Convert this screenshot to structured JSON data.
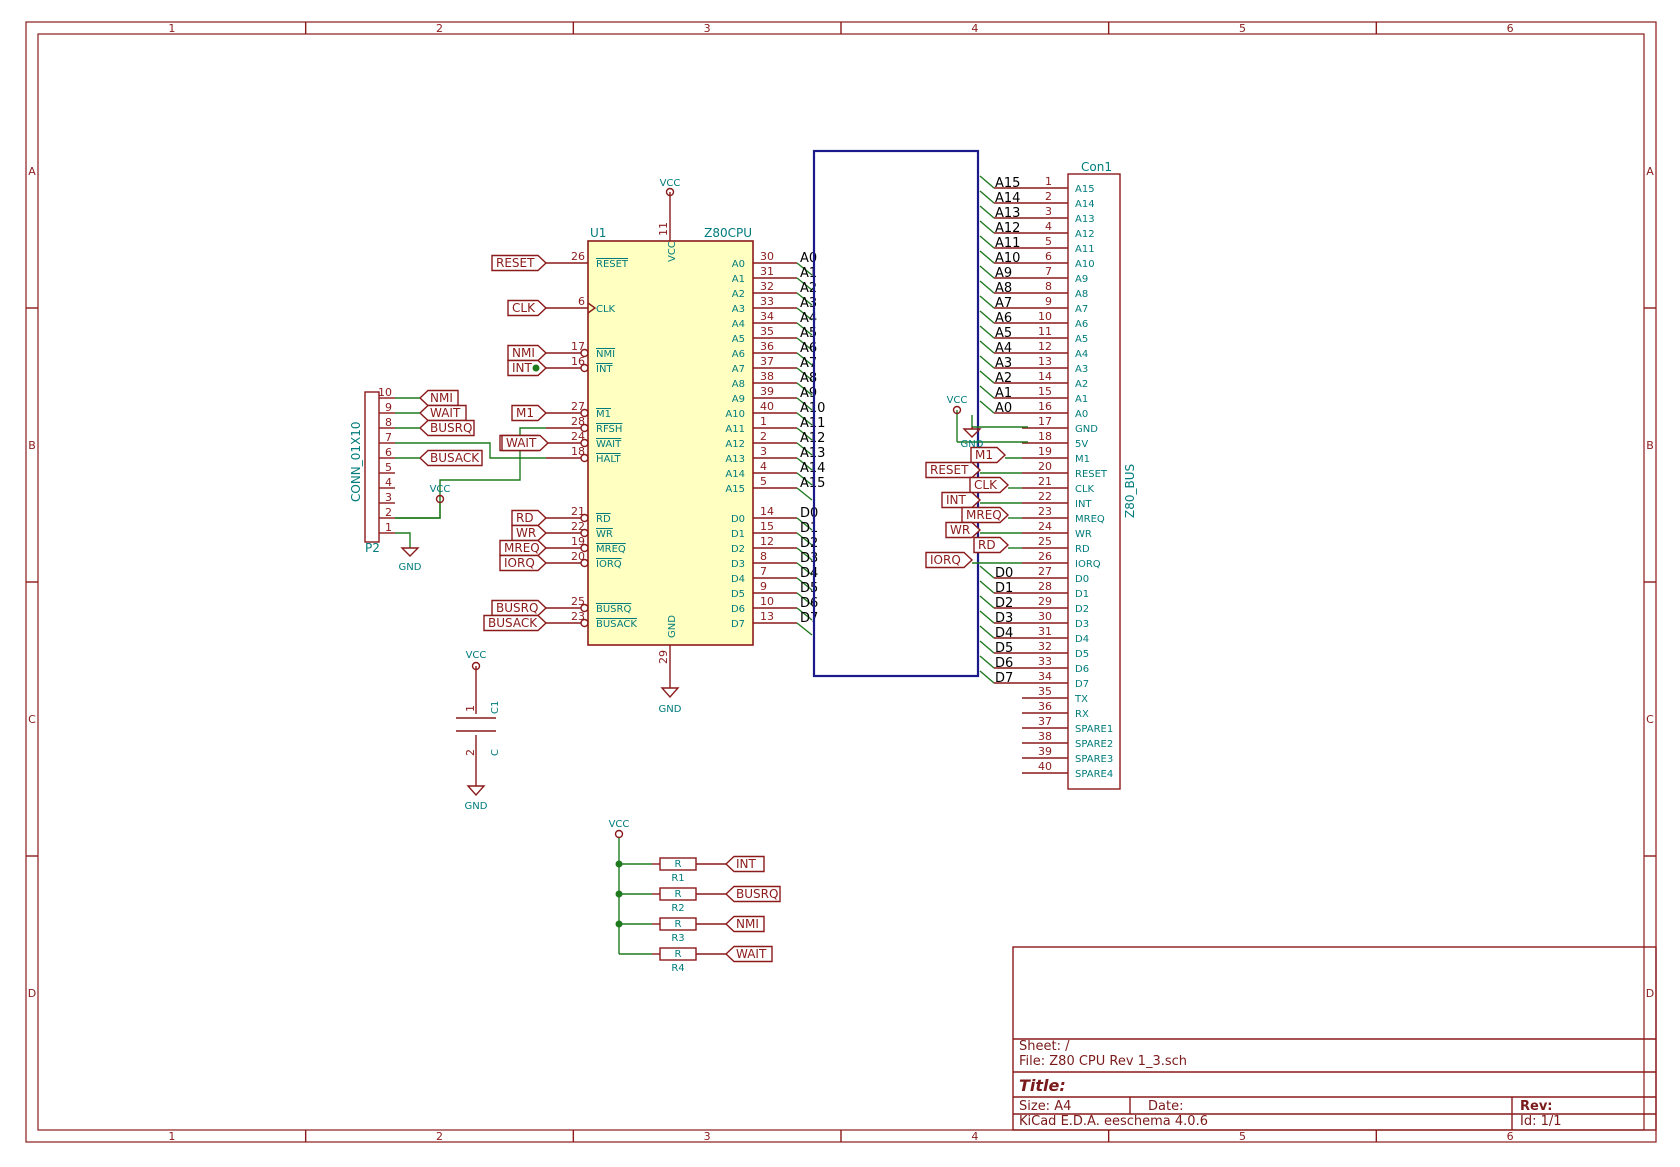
{
  "frame": {
    "col_labels": [
      "1",
      "2",
      "3",
      "4",
      "5",
      "6"
    ],
    "row_labels": [
      "A",
      "B",
      "C",
      "D"
    ]
  },
  "u1": {
    "ref": "U1",
    "value": "Z80CPU",
    "vcc_pin": "11",
    "gnd_pin": "29",
    "vcc_label": "VCC",
    "gnd_label": "GND",
    "left_pins": [
      {
        "num": "26",
        "name": "RESET",
        "label": "RESET"
      },
      {
        "num": "6",
        "name": "CLK",
        "label": "CLK"
      },
      {
        "num": "17",
        "name": "NMI",
        "label": "NMI"
      },
      {
        "num": "16",
        "name": "INT",
        "label": "INT"
      },
      {
        "num": "27",
        "name": "M1",
        "label": "M1"
      },
      {
        "num": "28",
        "name": "RFSH",
        "label": ""
      },
      {
        "num": "24",
        "name": "WAIT",
        "label": "WAIT"
      },
      {
        "num": "18",
        "name": "HALT",
        "label": ""
      },
      {
        "num": "21",
        "name": "RD",
        "label": "RD"
      },
      {
        "num": "22",
        "name": "WR",
        "label": "WR"
      },
      {
        "num": "19",
        "name": "MREQ",
        "label": "MREQ"
      },
      {
        "num": "20",
        "name": "IORQ",
        "label": "IORQ"
      },
      {
        "num": "25",
        "name": "BUSRQ",
        "label": "BUSRQ"
      },
      {
        "num": "23",
        "name": "BUSACK",
        "label": "BUSACK"
      }
    ],
    "addr_pins": [
      {
        "name": "A0",
        "num": "30"
      },
      {
        "name": "A1",
        "num": "31"
      },
      {
        "name": "A2",
        "num": "32"
      },
      {
        "name": "A3",
        "num": "33"
      },
      {
        "name": "A4",
        "num": "34"
      },
      {
        "name": "A5",
        "num": "35"
      },
      {
        "name": "A6",
        "num": "36"
      },
      {
        "name": "A7",
        "num": "37"
      },
      {
        "name": "A8",
        "num": "38"
      },
      {
        "name": "A9",
        "num": "39"
      },
      {
        "name": "A10",
        "num": "40"
      },
      {
        "name": "A11",
        "num": "1"
      },
      {
        "name": "A12",
        "num": "2"
      },
      {
        "name": "A13",
        "num": "3"
      },
      {
        "name": "A14",
        "num": "4"
      },
      {
        "name": "A15",
        "num": "5"
      }
    ],
    "data_pins": [
      {
        "name": "D0",
        "num": "14"
      },
      {
        "name": "D1",
        "num": "15"
      },
      {
        "name": "D2",
        "num": "12"
      },
      {
        "name": "D3",
        "num": "8"
      },
      {
        "name": "D4",
        "num": "7"
      },
      {
        "name": "D5",
        "num": "9"
      },
      {
        "name": "D6",
        "num": "10"
      },
      {
        "name": "D7",
        "num": "13"
      }
    ]
  },
  "p2": {
    "ref": "P2",
    "value": "CONN_01X10",
    "pins": [
      {
        "num": "10",
        "label": "NMI"
      },
      {
        "num": "9",
        "label": "WAIT"
      },
      {
        "num": "8",
        "label": "BUSRQ"
      },
      {
        "num": "7",
        "label": ""
      },
      {
        "num": "6",
        "label": "BUSACK"
      },
      {
        "num": "5",
        "label": ""
      },
      {
        "num": "4",
        "label": ""
      },
      {
        "num": "3",
        "label": ""
      },
      {
        "num": "2",
        "label": ""
      },
      {
        "num": "1",
        "label": ""
      }
    ],
    "vcc_label": "VCC",
    "gnd_label": "GND",
    "wait_label": "WAIT"
  },
  "c1": {
    "ref": "C1",
    "value": "C",
    "pin1": "1",
    "pin2": "2",
    "vcc_label": "VCC",
    "gnd_label": "GND"
  },
  "resistors": {
    "vcc_label": "VCC",
    "items": [
      {
        "value": "R",
        "ref": "R1",
        "net": "INT"
      },
      {
        "value": "R",
        "ref": "R2",
        "net": "BUSRQ"
      },
      {
        "value": "R",
        "ref": "R3",
        "net": "NMI"
      },
      {
        "value": "R",
        "ref": "R4",
        "net": "WAIT"
      }
    ]
  },
  "con1": {
    "ref": "Con1",
    "value": "Z80_BUS",
    "pins": [
      {
        "num": "1",
        "name": "A15",
        "net": "A15"
      },
      {
        "num": "2",
        "name": "A14",
        "net": "A14"
      },
      {
        "num": "3",
        "name": "A13",
        "net": "A13"
      },
      {
        "num": "4",
        "name": "A12",
        "net": "A12"
      },
      {
        "num": "5",
        "name": "A11",
        "net": "A11"
      },
      {
        "num": "6",
        "name": "A10",
        "net": "A10"
      },
      {
        "num": "7",
        "name": "A9",
        "net": "A9"
      },
      {
        "num": "8",
        "name": "A8",
        "net": "A8"
      },
      {
        "num": "9",
        "name": "A7",
        "net": "A7"
      },
      {
        "num": "10",
        "name": "A6",
        "net": "A6"
      },
      {
        "num": "11",
        "name": "A5",
        "net": "A5"
      },
      {
        "num": "12",
        "name": "A4",
        "net": "A4"
      },
      {
        "num": "13",
        "name": "A3",
        "net": "A3"
      },
      {
        "num": "14",
        "name": "A2",
        "net": "A2"
      },
      {
        "num": "15",
        "name": "A1",
        "net": "A1"
      },
      {
        "num": "16",
        "name": "A0",
        "net": "A0"
      },
      {
        "num": "17",
        "name": "GND",
        "net": ""
      },
      {
        "num": "18",
        "name": "5V",
        "net": ""
      },
      {
        "num": "19",
        "name": "M1",
        "net": "M1"
      },
      {
        "num": "20",
        "name": "RESET",
        "net": "RESET"
      },
      {
        "num": "21",
        "name": "CLK",
        "net": "CLK"
      },
      {
        "num": "22",
        "name": "INT",
        "net": "INT"
      },
      {
        "num": "23",
        "name": "MREQ",
        "net": "MREQ"
      },
      {
        "num": "24",
        "name": "WR",
        "net": "WR"
      },
      {
        "num": "25",
        "name": "RD",
        "net": "RD"
      },
      {
        "num": "26",
        "name": "IORQ",
        "net": "IORQ"
      },
      {
        "num": "27",
        "name": "D0",
        "net": "D0"
      },
      {
        "num": "28",
        "name": "D1",
        "net": "D1"
      },
      {
        "num": "29",
        "name": "D2",
        "net": "D2"
      },
      {
        "num": "30",
        "name": "D3",
        "net": "D3"
      },
      {
        "num": "31",
        "name": "D4",
        "net": "D4"
      },
      {
        "num": "32",
        "name": "D5",
        "net": "D5"
      },
      {
        "num": "33",
        "name": "D6",
        "net": "D6"
      },
      {
        "num": "34",
        "name": "D7",
        "net": "D7"
      },
      {
        "num": "35",
        "name": "TX",
        "net": ""
      },
      {
        "num": "36",
        "name": "RX",
        "net": ""
      },
      {
        "num": "37",
        "name": "SPARE1",
        "net": ""
      },
      {
        "num": "38",
        "name": "SPARE2",
        "net": ""
      },
      {
        "num": "39",
        "name": "SPARE3",
        "net": ""
      },
      {
        "num": "40",
        "name": "SPARE4",
        "net": ""
      }
    ],
    "vcc_label": "VCC",
    "gnd_label": "GND"
  },
  "title_block": {
    "sheet": "Sheet: /",
    "file": "File: Z80 CPU Rev 1_3.sch",
    "title": "Title:",
    "size": "Size: A4",
    "date": "Date:",
    "rev": "Rev:",
    "tool": "KiCad E.D.A.  eeschema 4.0.6",
    "id": "Id: 1/1"
  }
}
